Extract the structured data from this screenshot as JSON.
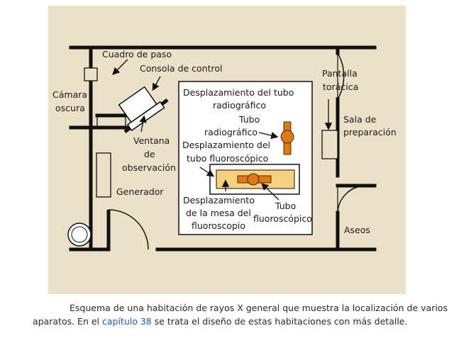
{
  "colors": {
    "panel": "#ece0c9",
    "wall": "#111111",
    "table_fill": "#f6d07d",
    "tube": "#e07a10",
    "inner_room": "#ffffff",
    "link": "#1a5aa6"
  },
  "labels": {
    "cuadro_de_paso": "Cuadro de paso",
    "consola_de_control": "Consola de control",
    "camara_oscura_1": "Cámara",
    "camara_oscura_2": "oscura",
    "ventana_1": "Ventana",
    "ventana_2": "de",
    "ventana_3": "observación",
    "generador": "Generador",
    "pantalla_1": "Pantalla",
    "pantalla_2": "torácica",
    "sala_1": "Sala de",
    "sala_2": "preparación",
    "aseos": "Aseos",
    "desp_tubo_rad_1": "Desplazamiento del tubo",
    "desp_tubo_rad_2": "radiográfico",
    "tubo_rad_1": "Tubo",
    "tubo_rad_2": "radiográfico",
    "desp_tubo_fluo_1": "Desplazamiento del",
    "desp_tubo_fluo_2": "tubo fluoroscópico",
    "desp_mesa_1": "Desplazamiento",
    "desp_mesa_2": "de la mesa del",
    "desp_mesa_3": "fluoroscopio",
    "tubo_fluo_1": "Tubo",
    "tubo_fluo_2": "fluoroscópico"
  },
  "caption": {
    "part1": "Esquema de una habitación de rayos X general que muestra la localización de varios aparatos. En el ",
    "link": "capítulo 38",
    "part2": " se trata el diseño de estas habitaciones con más detalle."
  }
}
